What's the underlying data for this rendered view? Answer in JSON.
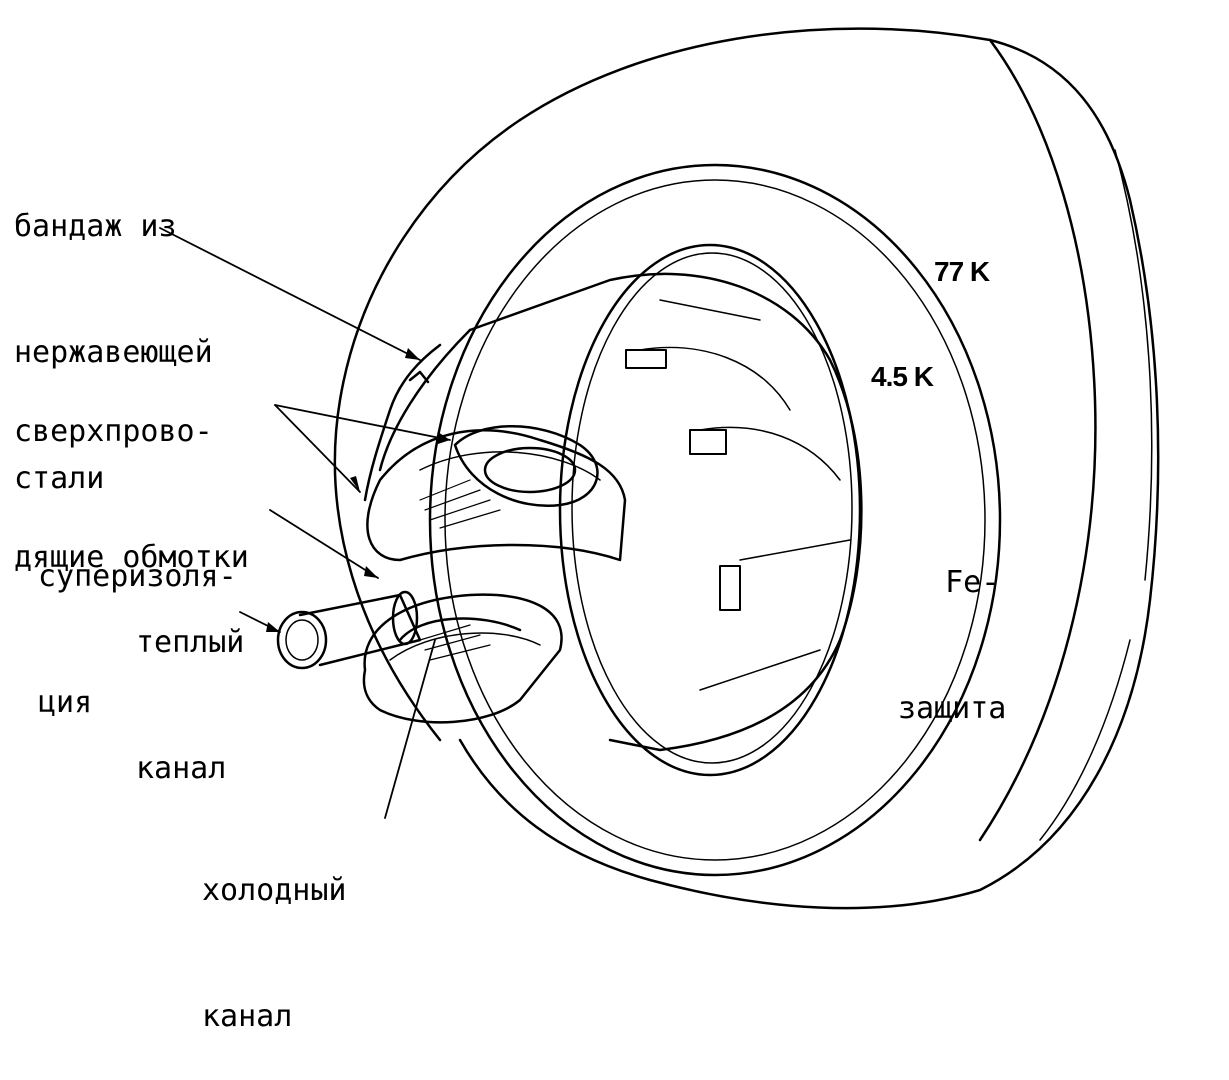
{
  "labels": {
    "bandage": [
      "бандаж из",
      "нержавеющей",
      "стали"
    ],
    "windings": [
      "сверхпрово-",
      "дящие обмотки"
    ],
    "superinsulation": [
      "суперизоля-",
      "ция"
    ],
    "warm_channel": [
      "теплый",
      "канал"
    ],
    "cold_channel": [
      "холодный",
      "канал"
    ],
    "fe_shield": [
      "Fe-",
      "защита"
    ]
  },
  "temperatures": {
    "outer": "77 K",
    "inner": "4.5 K"
  }
}
